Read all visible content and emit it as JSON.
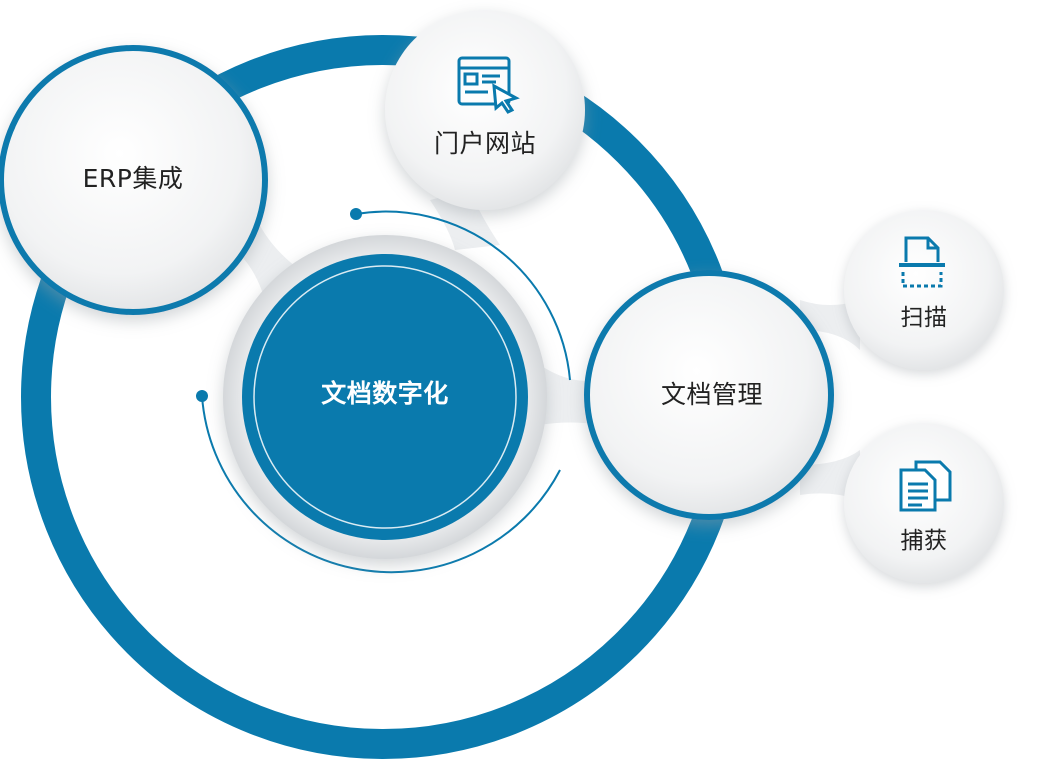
{
  "center": {
    "label": "文档数字化"
  },
  "nodes": {
    "erp": {
      "label": "ERP集成"
    },
    "portal": {
      "label": "门户网站",
      "icon": "web-portal-icon"
    },
    "docmgmt": {
      "label": "文档管理"
    },
    "scan": {
      "label": "扫描",
      "icon": "scan-document-icon"
    },
    "capture": {
      "label": "捕获",
      "icon": "documents-capture-icon"
    }
  },
  "colors": {
    "primary": "#0a7aad",
    "bubble_light": "#f5f6f7",
    "bubble_shadow": "#c9ccd0",
    "text": "#222222"
  }
}
